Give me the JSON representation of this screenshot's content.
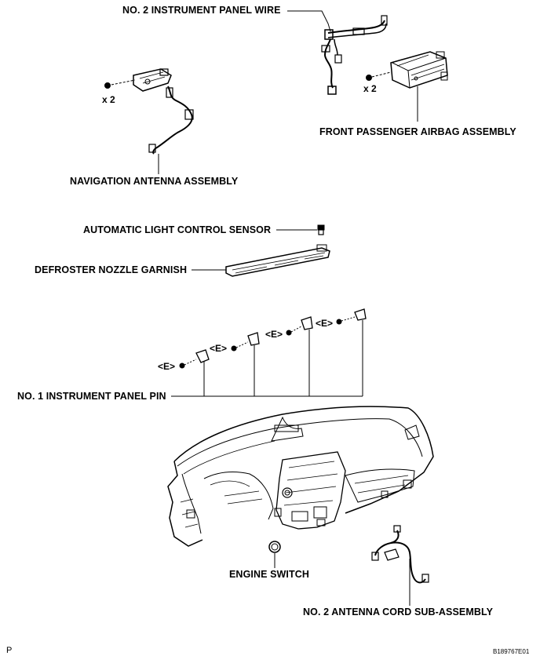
{
  "labels": {
    "no2_instrument_panel_wire": "NO. 2 INSTRUMENT PANEL WIRE",
    "front_passenger_airbag_assembly": "FRONT PASSENGER AIRBAG ASSEMBLY",
    "navigation_antenna_assembly": "NAVIGATION ANTENNA ASSEMBLY",
    "automatic_light_control_sensor": "AUTOMATIC LIGHT CONTROL SENSOR",
    "defroster_nozzle_garnish": "DEFROSTER NOZZLE GARNISH",
    "no1_instrument_panel_pin": "NO. 1 INSTRUMENT PANEL PIN",
    "engine_switch": "ENGINE SWITCH",
    "no2_antenna_cord_sub_assembly": "NO. 2 ANTENNA CORD SUB-ASSEMBLY"
  },
  "quantities": {
    "nav_screws": "x 2",
    "airbag_screws": "x 2"
  },
  "clip_marks": [
    "<E>",
    "<E>",
    "<E>",
    "<E>"
  ],
  "corner": {
    "page_letter": "P",
    "figure_code": "B189767E01"
  }
}
